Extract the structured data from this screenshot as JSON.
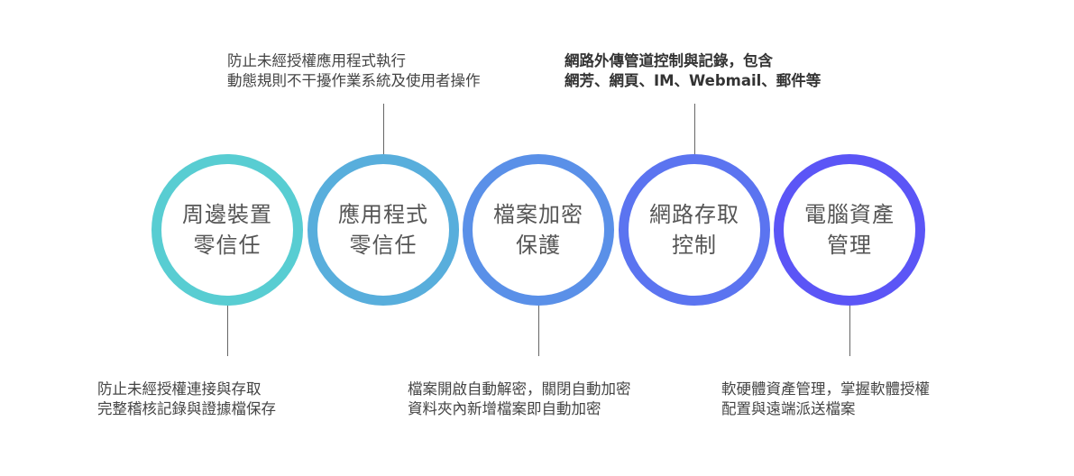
{
  "nodes": [
    {
      "line1": "周邊裝置",
      "line2": "零信任",
      "color": "#58cdd2"
    },
    {
      "line1": "應用程式",
      "line2": "零信任",
      "color": "#58aedc"
    },
    {
      "line1": "檔案加密",
      "line2": "保護",
      "color": "#5a90e8"
    },
    {
      "line1": "網路存取",
      "line2": "控制",
      "color": "#5b74f0"
    },
    {
      "line1": "電腦資產",
      "line2": "管理",
      "color": "#5b55f6"
    }
  ],
  "descriptions": [
    {
      "line1": "防止未經授權連接與存取",
      "line2": "完整稽核記錄與證據檔保存"
    },
    {
      "line1": "防止未經授權應用程式執行",
      "line2": "動態規則不干擾作業系統及使用者操作"
    },
    {
      "line1": "檔案開啟自動解密，關閉自動加密",
      "line2": "資料夾內新增檔案即自動加密"
    },
    {
      "line1": "網路外傳管道控制與記錄，包含",
      "line2": "網芳、網頁、IM、Webmail、郵件等"
    },
    {
      "line1": "軟硬體資產管理，掌握軟體授權",
      "line2": "配置與遠端派送檔案"
    }
  ]
}
